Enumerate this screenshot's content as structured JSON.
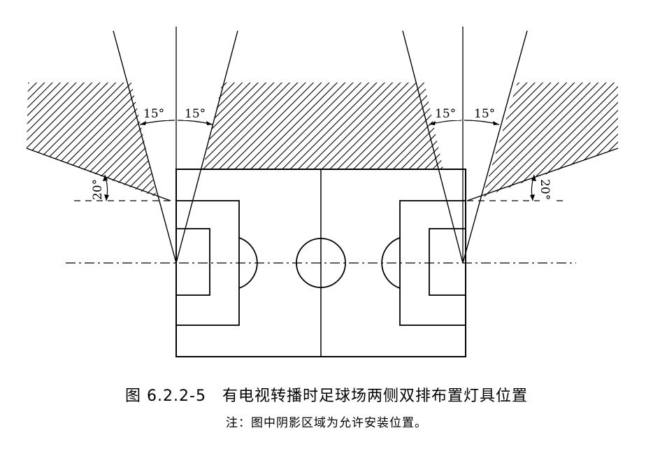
{
  "figure": {
    "caption": "图 6.2.2-5　有电视转播时足球场两侧双排布置灯具位置",
    "note": "注：图中阴影区域为允许安装位置。"
  },
  "angles": {
    "left_outer": "15°",
    "left_inner": "15°",
    "right_inner": "15°",
    "right_outer": "15°",
    "left_elevation": "20°",
    "right_elevation": "20°"
  }
}
